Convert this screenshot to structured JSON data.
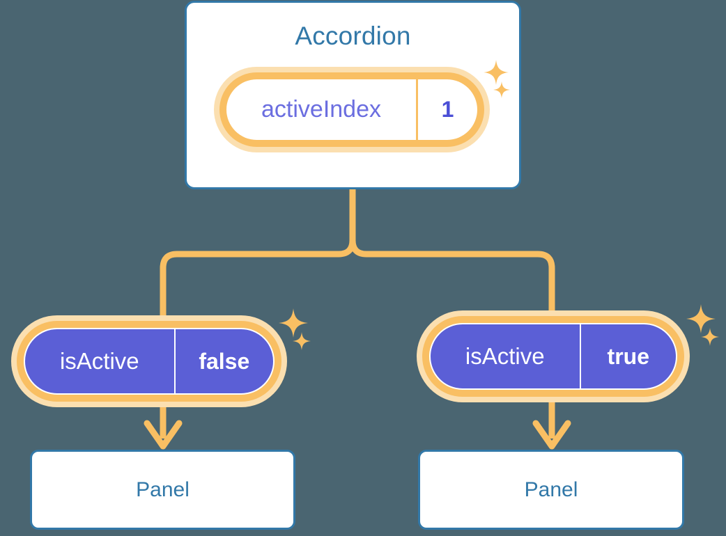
{
  "diagram": {
    "title": "React component tree with state propagation",
    "background_color": "#4a6571",
    "accent_orange": "#f9bf63",
    "accent_orange_pale": "#fbdfb0",
    "accent_blue": "#3278a8",
    "accent_indigo": "#5b5fd6"
  },
  "root": {
    "card_label": "Accordion",
    "state_pill": {
      "key": "activeIndex",
      "value": "1"
    }
  },
  "branches": [
    {
      "id": "left",
      "prop_pill": {
        "key": "isActive",
        "value": "false"
      },
      "child_card_label": "Panel"
    },
    {
      "id": "right",
      "prop_pill": {
        "key": "isActive",
        "value": "true"
      },
      "child_card_label": "Panel"
    }
  ],
  "icons": {
    "sparkle": "sparkle-star-icon",
    "arrow": "arrow-down-icon"
  }
}
